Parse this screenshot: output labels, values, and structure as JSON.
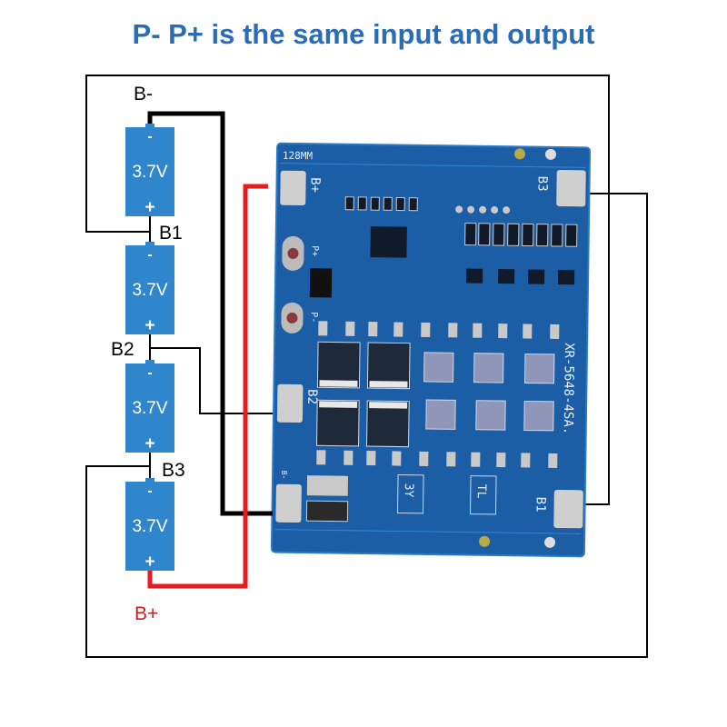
{
  "title": "P- P+ is the same input and output",
  "cells": [
    {
      "voltage": "3.7V",
      "neg": "-",
      "pos": "+"
    },
    {
      "voltage": "3.7V",
      "neg": "-",
      "pos": "+"
    },
    {
      "voltage": "3.7V",
      "neg": "-",
      "pos": "+"
    },
    {
      "voltage": "3.7V",
      "neg": "-",
      "pos": "+"
    }
  ],
  "labels": {
    "b_minus": "B-",
    "b1": "B1",
    "b2": "B2",
    "b3": "B3",
    "b_plus": "B+"
  },
  "board": {
    "size_mark": "128MM",
    "model": "XR-5648-4SA.",
    "pads": {
      "b_plus": "B+",
      "b3": "B3",
      "b2": "B2",
      "b1": "B1",
      "b_minus": "B-",
      "p_plus": "P+",
      "p_minus": "P-"
    },
    "marks": {
      "m1": "3Y",
      "m2": "TL"
    }
  },
  "colors": {
    "title": "#2a6db4",
    "cell": "#2f86cc",
    "board": "#1b5ea6",
    "positive_wire": "#e81c1c",
    "negative_wire": "#000000",
    "b_plus_label": "#c62020"
  }
}
